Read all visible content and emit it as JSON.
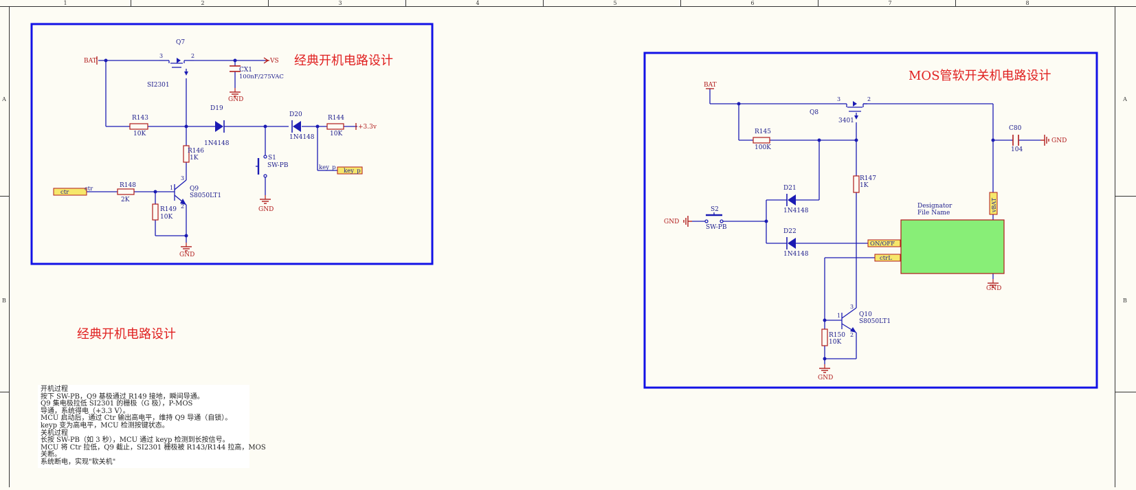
{
  "border": {
    "columns": [
      "1",
      "2",
      "3",
      "4",
      "5",
      "6",
      "7",
      "8"
    ],
    "rows": [
      "A",
      "B"
    ]
  },
  "titles": {
    "box1": "经典开机电路设计",
    "box2": "MOS管软开关机电路设计",
    "standalone": "经典开机电路设计"
  },
  "circuit1": {
    "labels": {
      "bat": "BAT",
      "q7": "Q7",
      "si2301": "SI2301",
      "vs": "VS",
      "cx1": "CX1",
      "cx1_val": "100nF/275VAC",
      "gnd_cx1": "GND",
      "r143": "R143",
      "r143_val": "10K",
      "d19": "D19",
      "d19_val": "1N4148",
      "d20": "D20",
      "d20_val": "1N4148",
      "r144": "R144",
      "r144_val": "10K",
      "v33": "+3.3v",
      "r146": "R146",
      "r146_val": "1K",
      "s1": "S1",
      "s1_val": "SW-PB",
      "gnd_s1": "GND",
      "key_net": "key_p",
      "key_port": "key_p",
      "ctr_port": "ctr",
      "ctr_net": "ctr",
      "r148": "R148",
      "r148_val": "2K",
      "q9": "Q9",
      "q9_val": "S8050LT1",
      "r149": "R149",
      "r149_val": "10K",
      "gnd_q9": "GND",
      "pin3": "3",
      "pin2": "2",
      "pin1": "1"
    }
  },
  "circuit2": {
    "labels": {
      "bat": "BAT",
      "q8": "Q8",
      "q8_val": "3401",
      "r145": "R145",
      "r145_val": "100K",
      "c80": "C80",
      "c80_val": "104",
      "gnd_c80": "GND",
      "r147": "R147",
      "r147_val": "1K",
      "d21": "D21",
      "d21_val": "1N4148",
      "d22": "D22",
      "d22_val": "1N4148",
      "gnd_s2": "GND",
      "s2": "S2",
      "s2_val": "SW-PB",
      "vbat": "vBAT",
      "designator": "Designator",
      "file_name": "File Name",
      "onoff": "ON/OFF",
      "ctrl": "ctrL",
      "gnd_block": "GND",
      "q10": "Q10",
      "q10_val": "S8050LT1",
      "r150": "R150",
      "r150_val": "10K",
      "gnd_q10": "GND",
      "pin3": "3",
      "pin2": "2",
      "pin1": "1"
    }
  },
  "notes": {
    "lines": [
      "开机过程",
      "按下 SW-PB，Q9 基极通过 R149 接地，瞬间导通。",
      "Q9 集电极拉低 SI2301 的栅极（G 极），P-MOS",
      "导通，系统得电（+3.3 V）。",
      "MCU 启动后，通过 Ctr 输出高电平，维持 Q9 导通（自锁）。",
      "keyp 变为高电平，MCU 检测按键状态。",
      "关机过程",
      "长按 SW-PB（如 3 秒），MCU 通过 keyp 检测到长按信号。",
      "MCU 将 Ctr 拉低，Q9 截止，SI2301 栅极被 R143/R144 拉高，MOS",
      "关断。",
      "系统断电，实现\"软关机\""
    ]
  },
  "colors": {
    "wire": "#1b1bb3",
    "frame": "#1212e6",
    "comp": "#b01a1a",
    "title": "#e02020",
    "text": "#1b1b8c",
    "port_fill": "#f6e76b",
    "block_fill": "#88ee77"
  }
}
